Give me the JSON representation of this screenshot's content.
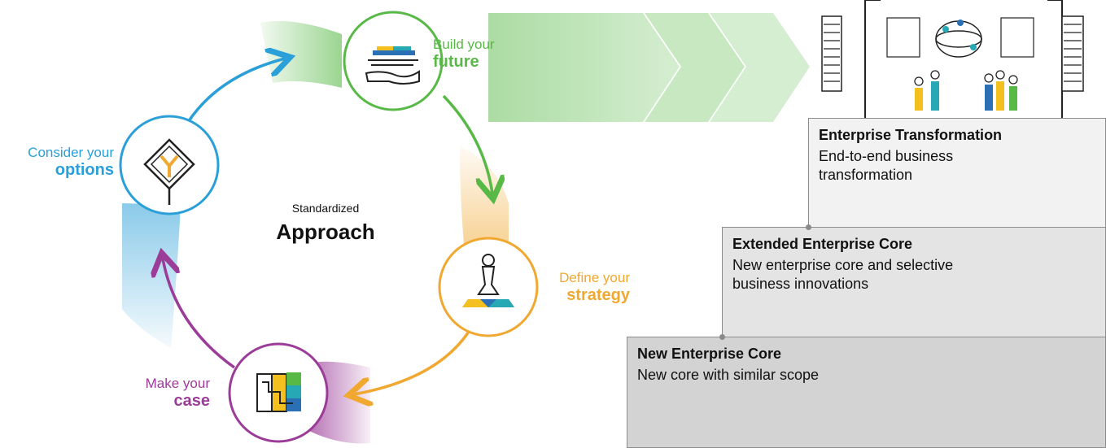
{
  "cycle": {
    "center_small": "Standardized",
    "center_big": "Approach",
    "steps": [
      {
        "line1": "Build your",
        "line2": "future",
        "color": "#58b947"
      },
      {
        "line1": "Define your",
        "line2": "strategy",
        "color": "#f0a830"
      },
      {
        "line1": "Make your",
        "line2": "case",
        "color": "#9b3c98"
      },
      {
        "line1": "Consider your",
        "line2": "options",
        "color": "#2a9fd8"
      }
    ]
  },
  "tiers": [
    {
      "title": "Enterprise Transformation",
      "desc1": "End-to-end business",
      "desc2": "transformation",
      "fill": "#f2f2f2"
    },
    {
      "title": "Extended Enterprise Core",
      "desc1": "New enterprise core and selective",
      "desc2": "business innovations",
      "fill": "#e4e4e4"
    },
    {
      "title": "New Enterprise Core",
      "desc1": "New core with similar scope",
      "desc2": "",
      "fill": "#d3d3d3"
    }
  ],
  "colors": {
    "green": "#58b947",
    "orange": "#f0a830",
    "purple": "#9b3c98",
    "blue": "#2a9fd8",
    "icon_blue": "#2b6fb4",
    "icon_teal": "#26a9b5",
    "icon_yellow": "#f4c020"
  },
  "icons": {
    "build": "hand-serving-tray-icon",
    "define": "chess-pawn-icon",
    "make": "map-path-icon",
    "consider": "fork-road-sign-icon",
    "building": "office-building-icon"
  }
}
